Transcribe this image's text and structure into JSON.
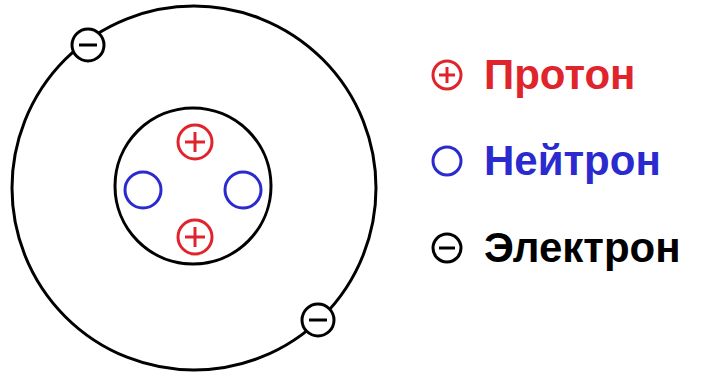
{
  "diagram": {
    "legend": [
      {
        "text": "Протон"
      },
      {
        "text": "Нейтрон"
      },
      {
        "text": "Электрон"
      }
    ]
  }
}
